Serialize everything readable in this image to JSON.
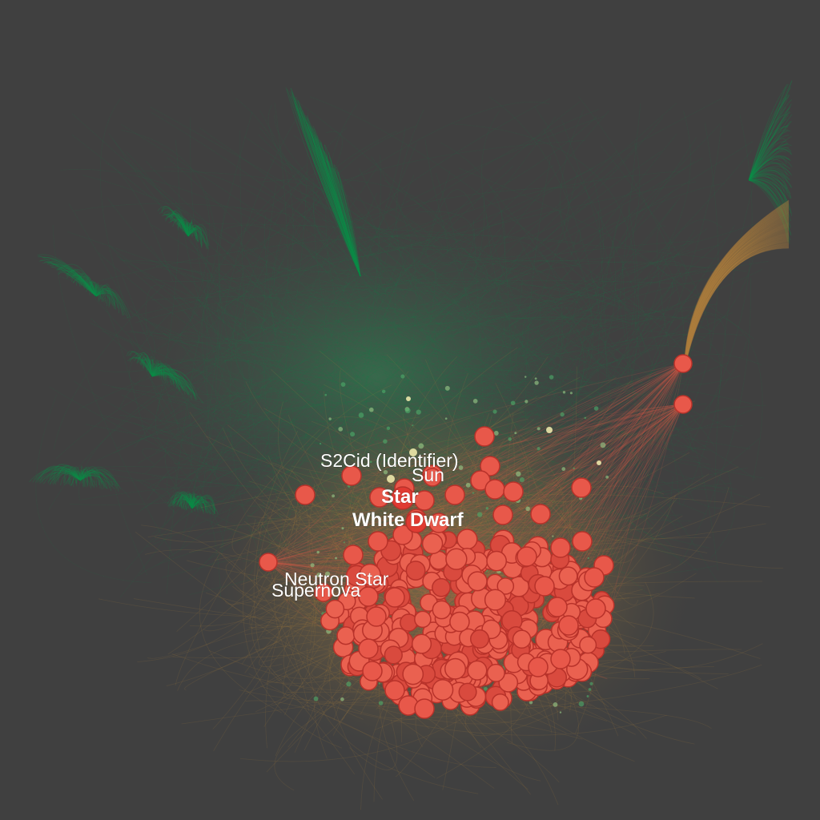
{
  "graph": {
    "labels": [
      {
        "id": "s2cid",
        "text": "S2Cid (Identifier)",
        "emphasis": "normal"
      },
      {
        "id": "sun",
        "text": "Sun",
        "emphasis": "normal"
      },
      {
        "id": "star",
        "text": "Star",
        "emphasis": "bold"
      },
      {
        "id": "white-dwarf",
        "text": "White Dwarf",
        "emphasis": "bold"
      },
      {
        "id": "neutron-star",
        "text": "Neutron Star",
        "emphasis": "normal"
      },
      {
        "id": "supernova",
        "text": "Supernova",
        "emphasis": "normal"
      }
    ],
    "colors": {
      "background": "#404040",
      "node_fill": "#e8584a",
      "node_stroke": "#b8322a",
      "edge_green": "#0f8c4a",
      "edge_orange": "#b08040",
      "edge_red": "#e0604a",
      "highlight_node": "#f4f0b0",
      "label_text": "#ffffff"
    }
  }
}
